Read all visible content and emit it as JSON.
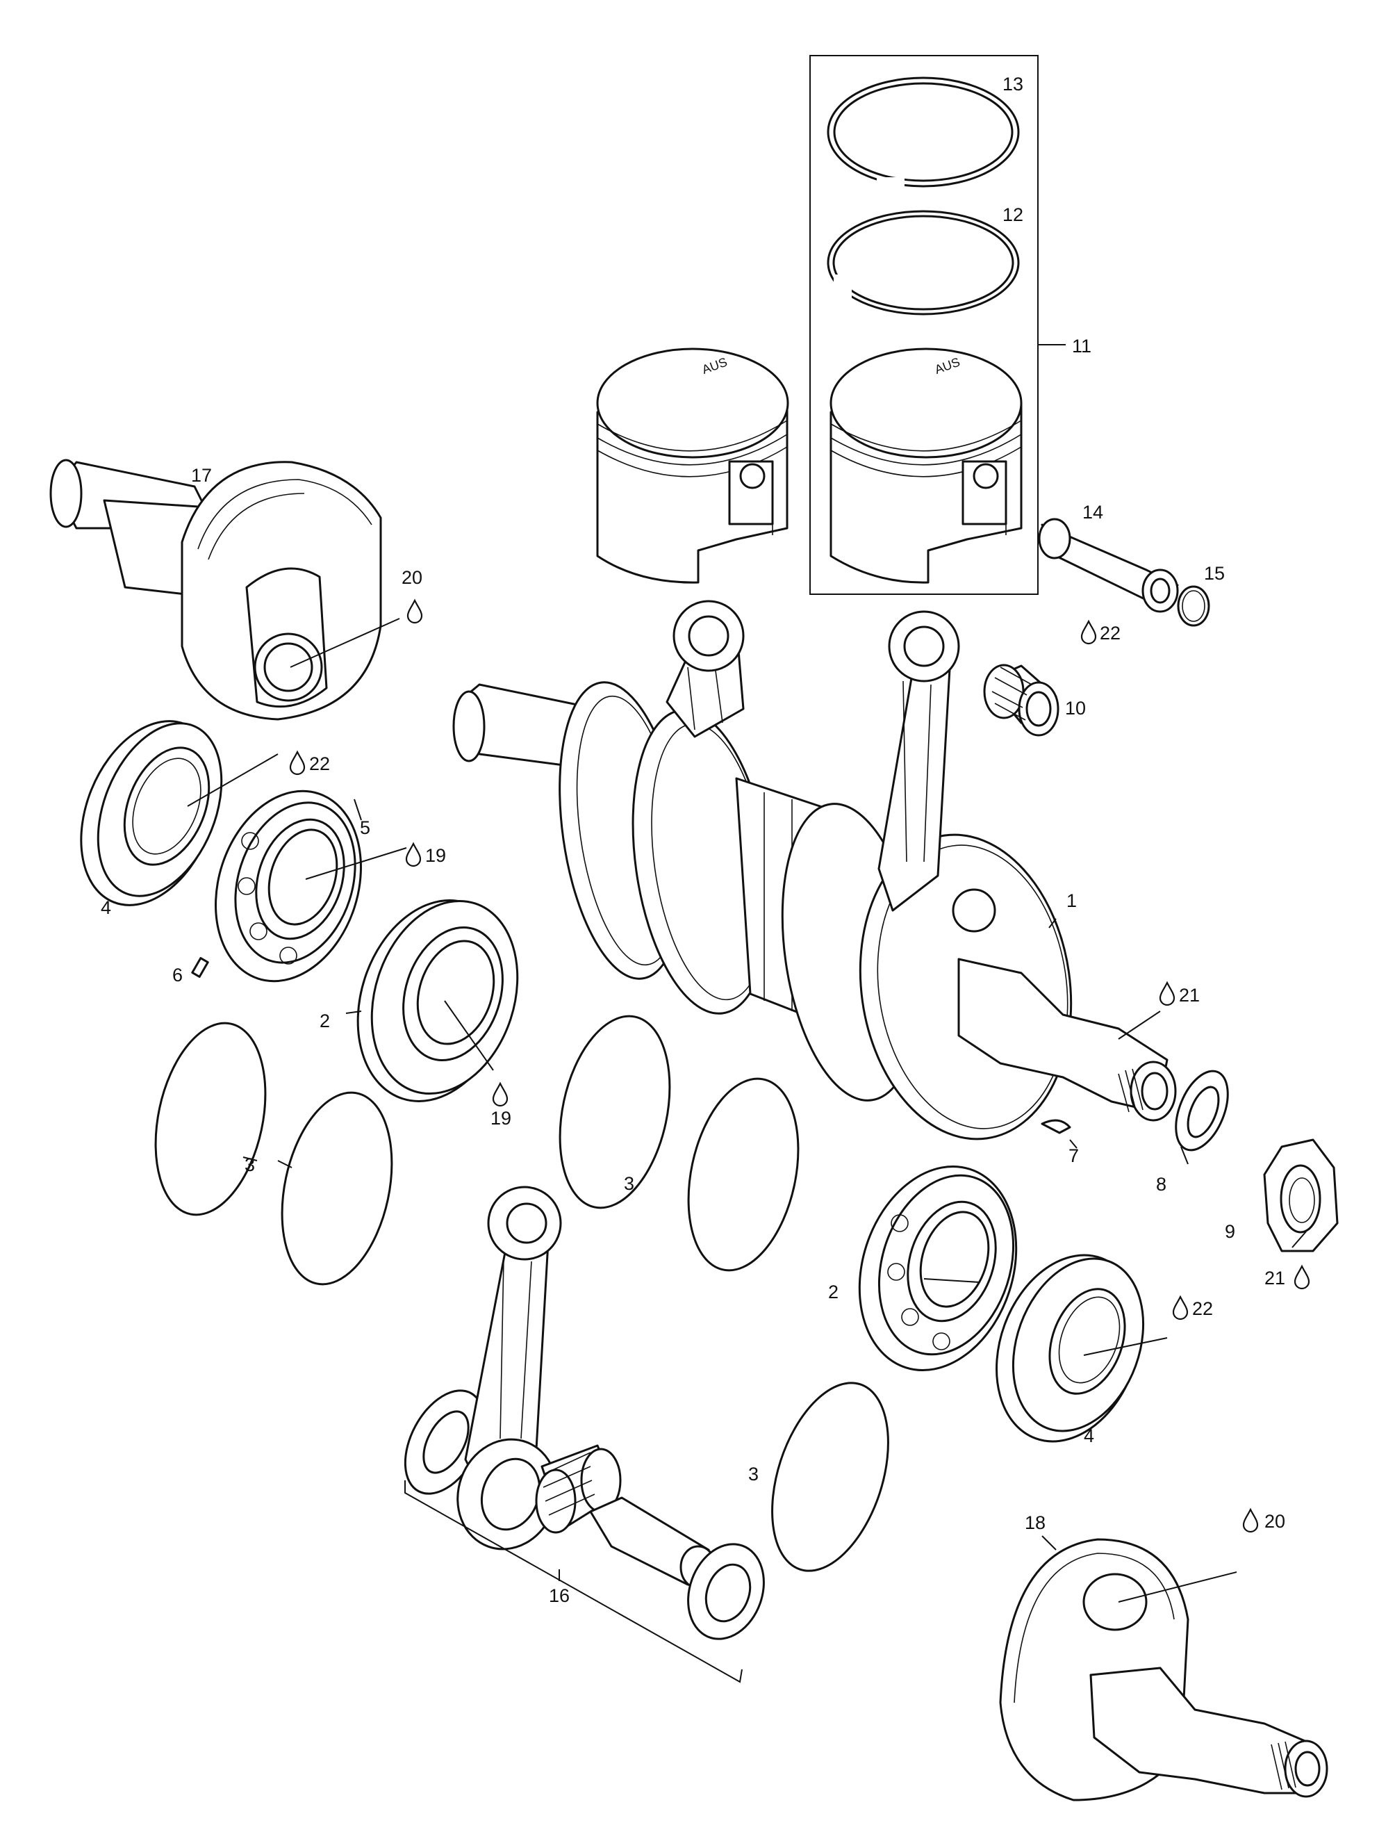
{
  "callouts": [
    {
      "id": "1",
      "text": "1"
    },
    {
      "id": "2a",
      "text": "2"
    },
    {
      "id": "2b",
      "text": "2"
    },
    {
      "id": "3a",
      "text": "3"
    },
    {
      "id": "3b",
      "text": "3"
    },
    {
      "id": "3c",
      "text": "3"
    },
    {
      "id": "4a",
      "text": "4"
    },
    {
      "id": "4b",
      "text": "4"
    },
    {
      "id": "5",
      "text": "5"
    },
    {
      "id": "6",
      "text": "6"
    },
    {
      "id": "7",
      "text": "7"
    },
    {
      "id": "8",
      "text": "8"
    },
    {
      "id": "9",
      "text": "9"
    },
    {
      "id": "10",
      "text": "10"
    },
    {
      "id": "11",
      "text": "11"
    },
    {
      "id": "12",
      "text": "12"
    },
    {
      "id": "13",
      "text": "13"
    },
    {
      "id": "14",
      "text": "14"
    },
    {
      "id": "15",
      "text": "15"
    },
    {
      "id": "16",
      "text": "16"
    },
    {
      "id": "17",
      "text": "17"
    },
    {
      "id": "18",
      "text": "18"
    }
  ],
  "lube_callouts": [
    {
      "id": "20a",
      "text": "20"
    },
    {
      "id": "20b",
      "text": "20"
    },
    {
      "id": "22a",
      "text": "22"
    },
    {
      "id": "22b",
      "text": "22"
    },
    {
      "id": "22c",
      "text": "22"
    },
    {
      "id": "19a",
      "text": "19"
    },
    {
      "id": "19b",
      "text": "19"
    },
    {
      "id": "21a",
      "text": "21"
    },
    {
      "id": "21b",
      "text": "21"
    }
  ],
  "piston_marking": "AUS"
}
